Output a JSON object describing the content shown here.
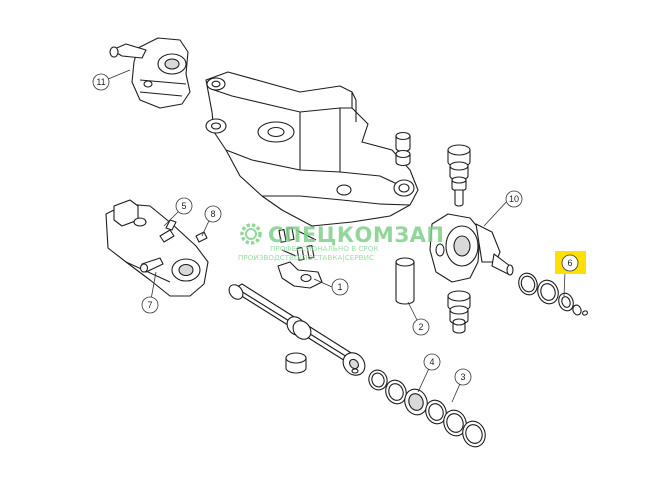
{
  "watermark": {
    "title": "СПЕЦКОМЗАП",
    "line1": "ПРОФЕССИОНАЛЬНО В СРОК",
    "line2": "ПРОИЗВОДСТВО|ПОСТАВКА|СЕРВИС",
    "color": "#7fd08a"
  },
  "highlight_color": "#ffe000",
  "callouts": [
    {
      "id": "1",
      "label": "1"
    },
    {
      "id": "2",
      "label": "2"
    },
    {
      "id": "3",
      "label": "3"
    },
    {
      "id": "4",
      "label": "4"
    },
    {
      "id": "5",
      "label": "5"
    },
    {
      "id": "6",
      "label": "6",
      "highlighted": true
    },
    {
      "id": "7",
      "label": "7"
    },
    {
      "id": "8",
      "label": "8"
    },
    {
      "id": "10",
      "label": "10"
    },
    {
      "id": "11",
      "label": "11"
    }
  ]
}
